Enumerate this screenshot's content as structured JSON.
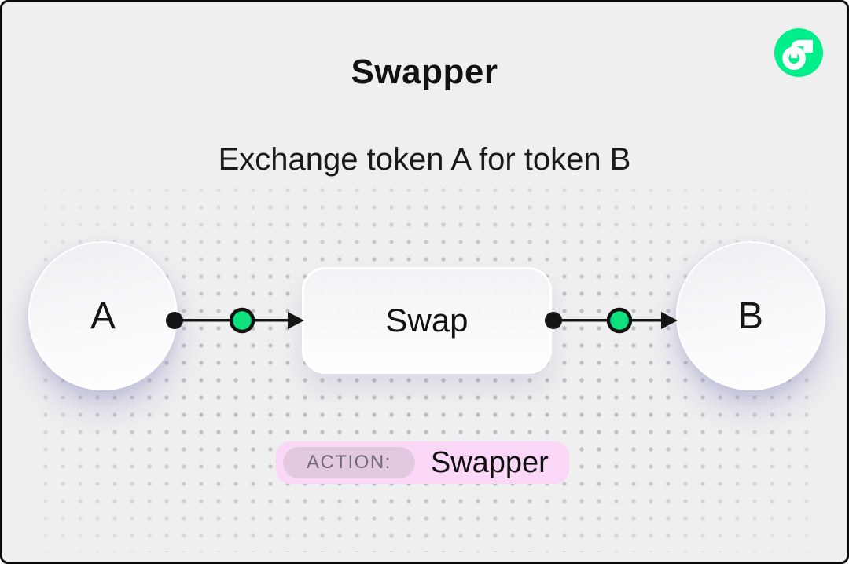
{
  "header": {
    "title": "Swapper",
    "subtitle": "Exchange token A for token B"
  },
  "logo": {
    "name": "flow-logo",
    "circle_color": "#00ef8b",
    "glyph_color": "#ffffff",
    "notch_color": "#2bf69c"
  },
  "flow": {
    "token_a_label": "A",
    "token_b_label": "B",
    "action_node_label": "Swap"
  },
  "action_badge": {
    "prefix": "ACTION:",
    "value": "Swapper"
  },
  "colors": {
    "background": "#efeff0",
    "frame_border": "#0b0b0b",
    "ink": "#141414",
    "accent_green": "#0de27e",
    "badge_bg": "#fad7f7",
    "badge_prefix_bg": "#e3c9df",
    "badge_prefix_text": "#6e6a76",
    "dot_grid": "#bfbfc6"
  }
}
